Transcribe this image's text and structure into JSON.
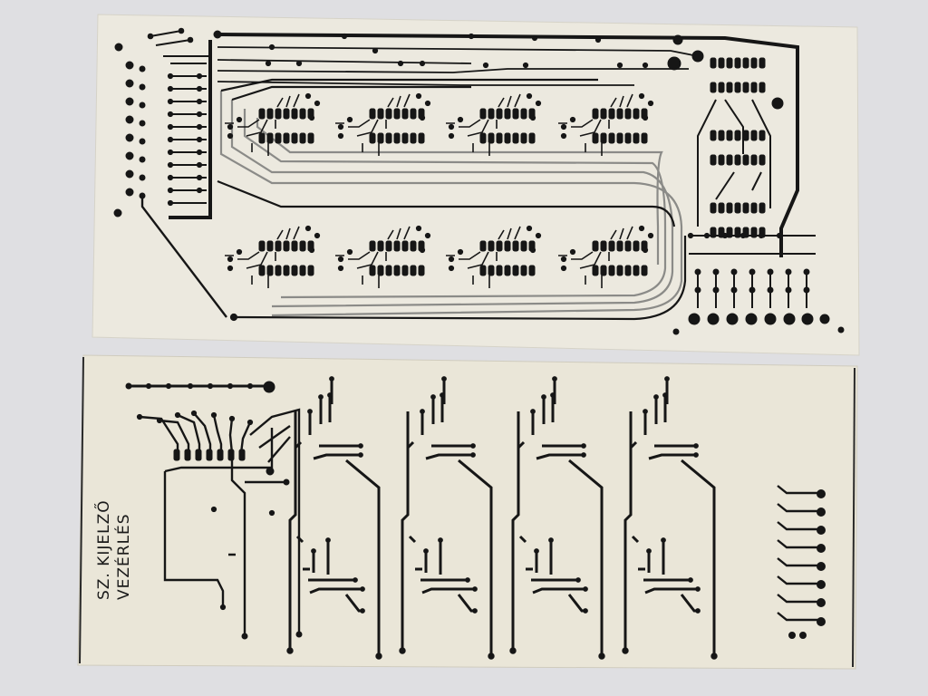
{
  "photo": {
    "subject": "two printed circuit board artwork films on a light background",
    "colors": {
      "background": "#dfdfe2",
      "film_top": "#ece9df",
      "film_bottom": "#eae6d8",
      "trace": "#161616",
      "trace_silver": "#8b8b88"
    }
  },
  "top_board": {},
  "bottom_board": {
    "label_line_1": "SZ. KIJELZŐ",
    "label_line_2": "VEZÉRLÉS"
  }
}
